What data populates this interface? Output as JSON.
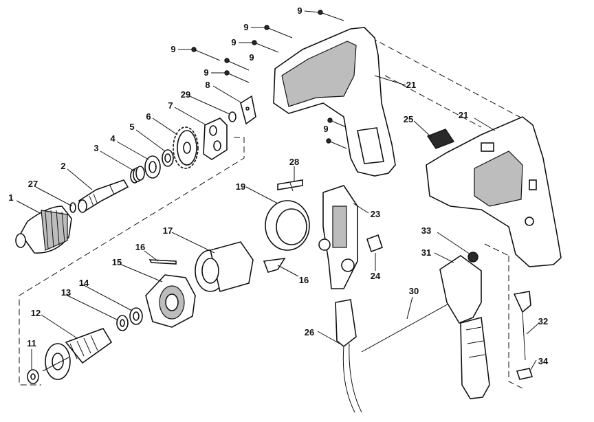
{
  "colors": {
    "ink": "#111111",
    "paper": "#ffffff",
    "shade": "#2a2a2a"
  },
  "callouts": {
    "c1": "1",
    "c2": "2",
    "c3": "3",
    "c4": "4",
    "c5": "5",
    "c6": "6",
    "c7": "7",
    "c8": "8",
    "c9": "9",
    "c11": "11",
    "c12": "12",
    "c13": "13",
    "c14": "14",
    "c15": "15",
    "c16": "16",
    "c17": "17",
    "c19": "19",
    "c21": "21",
    "c23": "23",
    "c24": "24",
    "c25": "25",
    "c26": "26",
    "c27": "27",
    "c28": "28",
    "c29": "29",
    "c30": "30",
    "c31": "31",
    "c32": "32",
    "c33": "33",
    "c34": "34"
  }
}
